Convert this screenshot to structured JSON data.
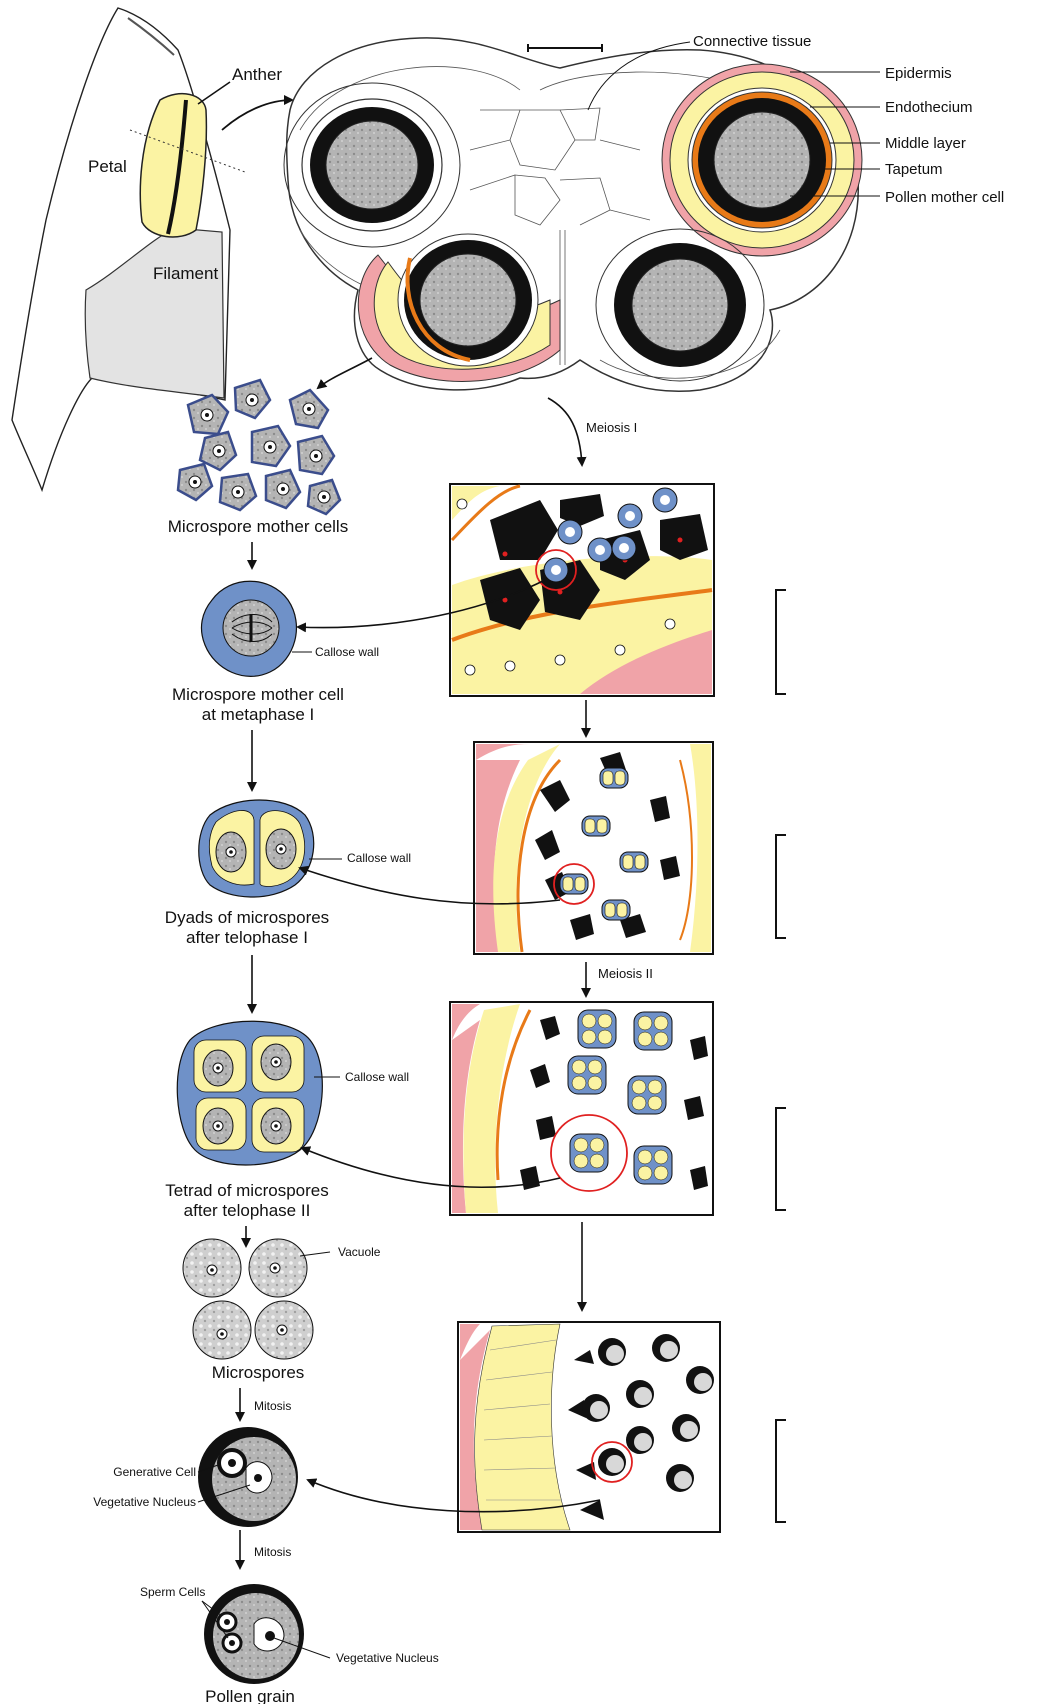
{
  "colors": {
    "anther": "#fbf3a3",
    "epidermis": "#f0a3a8",
    "endothecium": "#fbf3a3",
    "tapetum_band": "#e87a18",
    "callose": "#6f91c8",
    "cytoplasm": "#a9a9a9",
    "tapetum_cell": "#111111",
    "filament": "#e3e3e3",
    "highlight": "#e02020"
  },
  "flower": {
    "anther": "Anther",
    "petal": "Petal",
    "filament": "Filament"
  },
  "cross_section": {
    "connective_tissue": "Connective tissue",
    "epidermis": "Epidermis",
    "endothecium": "Endothecium",
    "middle_layer": "Middle layer",
    "tapetum": "Tapetum",
    "pollen_mother_cell": "Pollen mother cell"
  },
  "stages": {
    "microspore_mother_cells": "Microspore mother cells",
    "metaphase_line1": "Microspore mother cell",
    "metaphase_line2": "at metaphase I",
    "callose_wall_1": "Callose wall",
    "dyads_line1": "Dyads of microspores",
    "dyads_line2": "after telophase I",
    "callose_wall_2": "Callose wall",
    "tetrad_line1": "Tetrad of microspores",
    "tetrad_line2": "after telophase II",
    "callose_wall_3": "Callose wall",
    "vacuole": "Vacuole",
    "microspores": "Microspores",
    "mitosis_1": "Mitosis",
    "generative_cell": "Generative Cell",
    "vegetative_nucleus_1": "Vegetative Nucleus",
    "mitosis_2": "Mitosis",
    "sperm_cells": "Sperm Cells",
    "vegetative_nucleus_2": "Vegetative Nucleus",
    "pollen_grain": "Pollen grain"
  },
  "arrows": {
    "meiosis_1": "Meiosis I",
    "meiosis_2": "Meiosis II"
  }
}
